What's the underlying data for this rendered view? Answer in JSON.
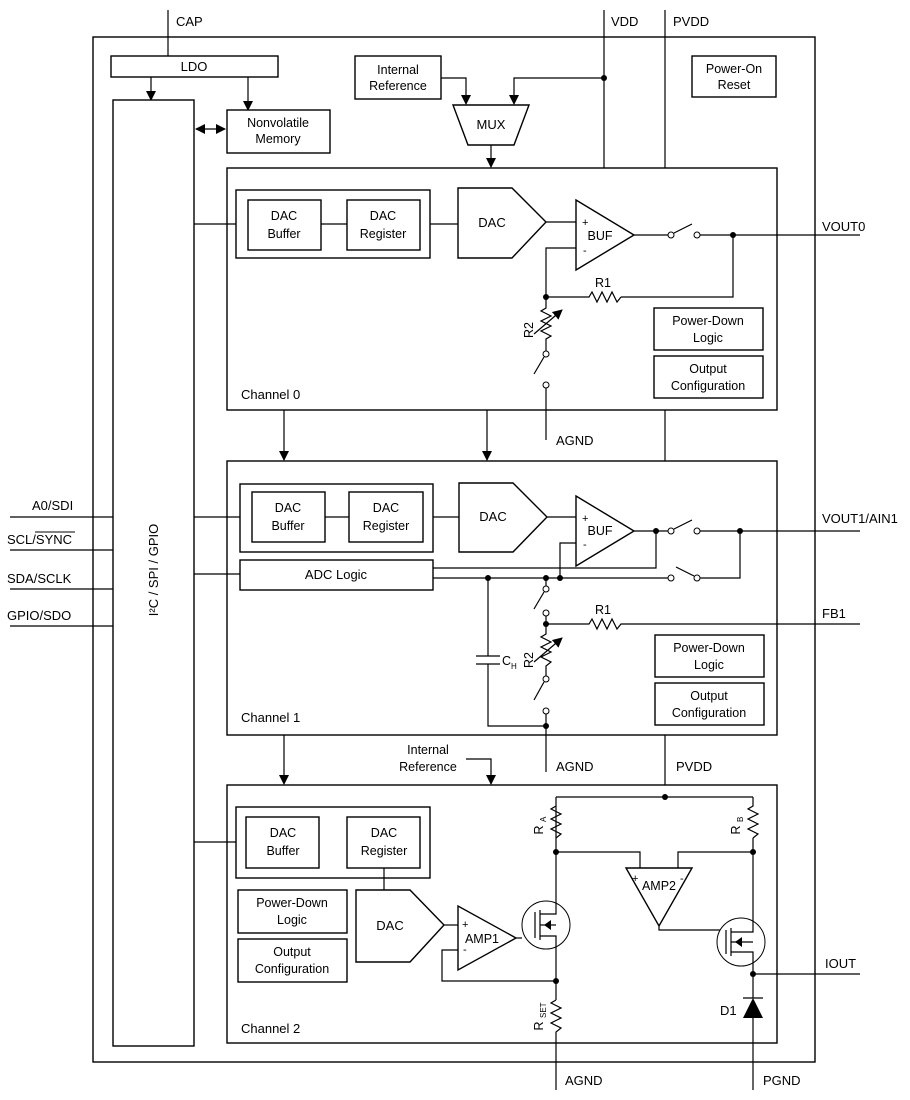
{
  "pins": {
    "cap": "CAP",
    "vdd": "VDD",
    "pvdd": "PVDD",
    "vout0": "VOUT0",
    "vout1_ain1": "VOUT1/AIN1",
    "fb1": "FB1",
    "iout": "IOUT",
    "a0_sdi": "A0/SDI",
    "scl_sync": "SCL/SYNC",
    "sda_sclk": "SDA/SCLK",
    "gpio_sdo": "GPIO/SDO",
    "agnd": "AGND",
    "pgnd": "PGND"
  },
  "top": {
    "ldo": "LDO",
    "nvm_line1": "Nonvolatile",
    "nvm_line2": "Memory",
    "intref_line1": "Internal",
    "intref_line2": "Reference",
    "mux": "MUX",
    "por_line1": "Power-On",
    "por_line2": "Reset"
  },
  "interface": {
    "label": "I²C / SPI / GPIO"
  },
  "channel0": {
    "title": "Channel 0",
    "dac_buffer_l1": "DAC",
    "dac_buffer_l2": "Buffer",
    "dac_register_l1": "DAC",
    "dac_register_l2": "Register",
    "dac": "DAC",
    "buf": "BUF",
    "r1": "R1",
    "r2": "R2",
    "pdl_l1": "Power-Down",
    "pdl_l2": "Logic",
    "oc_l1": "Output",
    "oc_l2": "Configuration"
  },
  "channel1": {
    "title": "Channel 1",
    "dac_buffer_l1": "DAC",
    "dac_buffer_l2": "Buffer",
    "dac_register_l1": "DAC",
    "dac_register_l2": "Register",
    "dac": "DAC",
    "buf": "BUF",
    "adc_logic": "ADC Logic",
    "r1": "R1",
    "r2": "R2",
    "ch": "C",
    "ch_sub": "H",
    "pdl_l1": "Power-Down",
    "pdl_l2": "Logic",
    "oc_l1": "Output",
    "oc_l2": "Configuration"
  },
  "channel2": {
    "title": "Channel 2",
    "intref_l1": "Internal",
    "intref_l2": "Reference",
    "dac_buffer_l1": "DAC",
    "dac_buffer_l2": "Buffer",
    "dac_register_l1": "DAC",
    "dac_register_l2": "Register",
    "pdl_l1": "Power-Down",
    "pdl_l2": "Logic",
    "oc_l1": "Output",
    "oc_l2": "Configuration",
    "dac": "DAC",
    "amp1": "AMP1",
    "amp2": "AMP2",
    "ra": "R",
    "ra_sub": "A",
    "rb": "R",
    "rb_sub": "B",
    "rset": "R",
    "rset_sub": "SET",
    "d1": "D1"
  }
}
